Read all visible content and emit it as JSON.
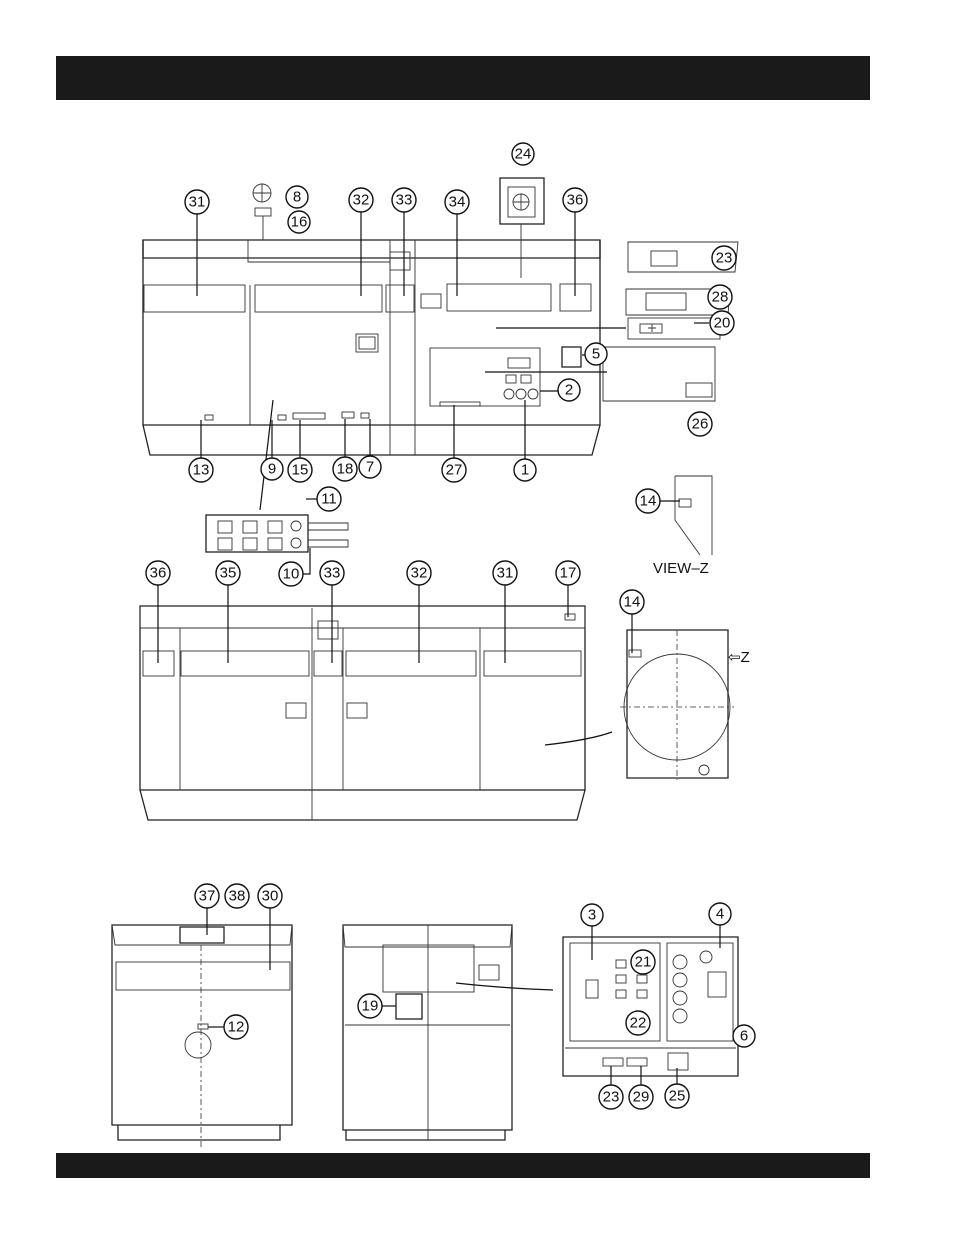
{
  "header": {
    "title": ""
  },
  "footer": {
    "text": ""
  },
  "views": {
    "top": {
      "callouts": [
        "31",
        "8",
        "16",
        "32",
        "33",
        "34",
        "36",
        "23",
        "28",
        "20",
        "5",
        "2",
        "26",
        "24",
        "13",
        "9",
        "15",
        "18",
        "7",
        "27",
        "1",
        "11",
        "10"
      ]
    },
    "view_z": {
      "label": "VIEW–Z",
      "callouts": [
        "14"
      ]
    },
    "side": {
      "callouts": [
        "36",
        "35",
        "33",
        "32",
        "31",
        "17",
        "14"
      ],
      "arrow_label": "Z"
    },
    "end": {
      "callouts": [
        "37",
        "38",
        "30",
        "12"
      ]
    },
    "rear": {
      "callouts": [
        "19"
      ]
    },
    "panel": {
      "callouts": [
        "3",
        "4",
        "21",
        "22",
        "6",
        "23",
        "29",
        "25"
      ]
    }
  }
}
